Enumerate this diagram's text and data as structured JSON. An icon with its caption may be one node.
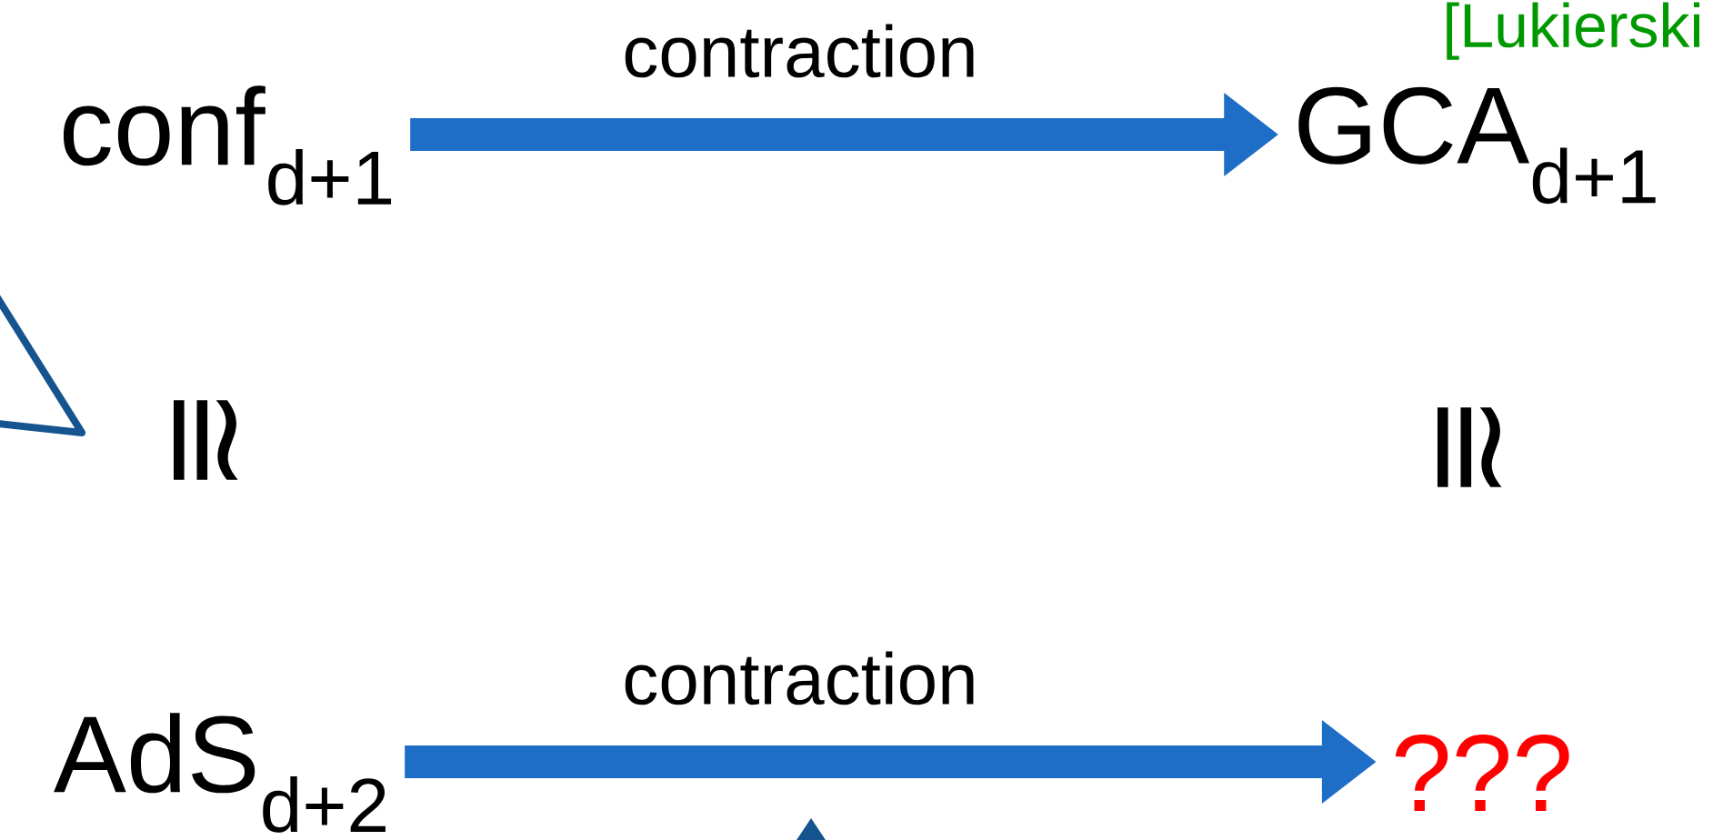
{
  "diagram": {
    "nodes": [
      {
        "text": [
          "conf$_{d+1}$"
        ]
      },
      {
        "text": [
          "GCA$_{d+1}$"
        ]
      },
      {
        "text": [
          "AdS$_{d+2}$"
        ]
      },
      {
        "text": [
          "???"
        ]
      }
    ],
    "edges": [
      {
        "from": 0,
        "to": 1,
        "arrow": "to",
        "label": "contraction"
      },
      {
        "from": 2,
        "to": 3,
        "arrow": "to",
        "label": "contraction"
      }
    ],
    "labels": [
      "[Lukierski",
      "≅",
      "≅"
    ]
  }
}
